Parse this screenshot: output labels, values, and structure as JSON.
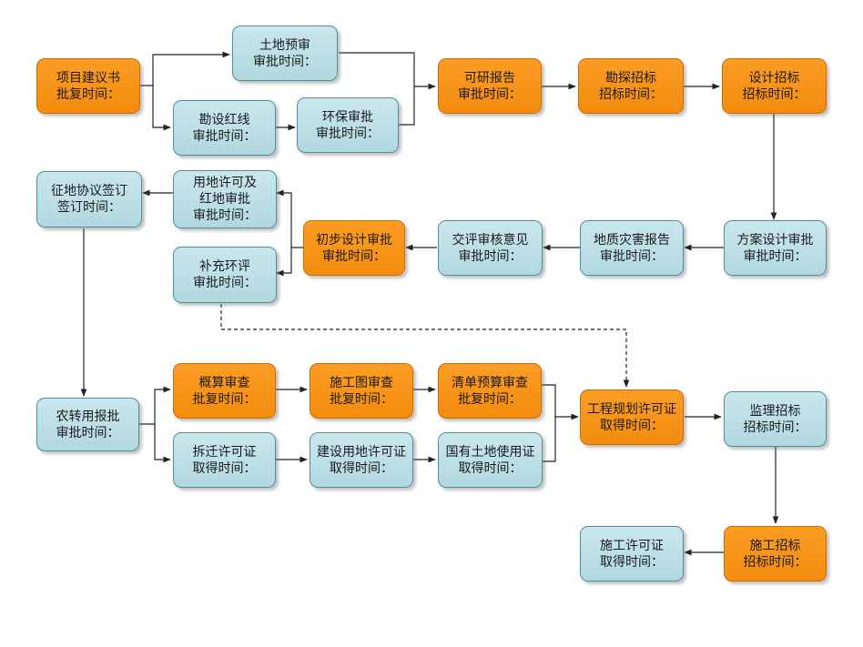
{
  "nodes": {
    "n_xmjys": {
      "lines": [
        "项目建议书",
        "批复时间："
      ],
      "color": "orange"
    },
    "n_tdys": {
      "lines": [
        "土地预审",
        "审批时间："
      ],
      "color": "blue"
    },
    "n_kshx": {
      "lines": [
        "勘设红线",
        "审批时间："
      ],
      "color": "blue"
    },
    "n_hbsp": {
      "lines": [
        "环保审批",
        "审批时间："
      ],
      "color": "blue"
    },
    "n_kybg": {
      "lines": [
        "可研报告",
        "审批时间："
      ],
      "color": "orange"
    },
    "n_kczb": {
      "lines": [
        "勘探招标",
        "招标时间："
      ],
      "color": "orange"
    },
    "n_sjzb": {
      "lines": [
        "设计招标",
        "招标时间："
      ],
      "color": "orange"
    },
    "n_zdxy": {
      "lines": [
        "征地协议签订",
        "签订时间："
      ],
      "color": "blue"
    },
    "n_ydxk": {
      "lines": [
        "用地许可及",
        "红地审批",
        "审批时间："
      ],
      "color": "blue"
    },
    "n_bchp": {
      "lines": [
        "补充环评",
        "审批时间："
      ],
      "color": "blue"
    },
    "n_cbsj": {
      "lines": [
        "初步设计审批",
        "审批时间："
      ],
      "color": "orange"
    },
    "n_jpsh": {
      "lines": [
        "交评审核意见",
        "审批时间："
      ],
      "color": "blue"
    },
    "n_dzzh": {
      "lines": [
        "地质灾害报告",
        "审批时间："
      ],
      "color": "blue"
    },
    "n_fasj": {
      "lines": [
        "方案设计审批",
        "审批时间："
      ],
      "color": "blue"
    },
    "n_nzybp": {
      "lines": [
        "农转用报批",
        "审批时间："
      ],
      "color": "blue"
    },
    "n_gsxc": {
      "lines": [
        "概算审查",
        "批复时间："
      ],
      "color": "orange"
    },
    "n_sgtsc": {
      "lines": [
        "施工图审查",
        "批复时间："
      ],
      "color": "orange"
    },
    "n_qdys": {
      "lines": [
        "清单预算审查",
        "批复时间："
      ],
      "color": "orange"
    },
    "n_cqxk": {
      "lines": [
        "拆迁许可证",
        "取得时间："
      ],
      "color": "blue"
    },
    "n_jsyd": {
      "lines": [
        "建设用地许可证",
        "取得时间："
      ],
      "color": "blue"
    },
    "n_gytd": {
      "lines": [
        "国有土地使用证",
        "取得时间："
      ],
      "color": "blue"
    },
    "n_gcgh": {
      "lines": [
        "工程规划许可证",
        "取得时间："
      ],
      "color": "orange"
    },
    "n_jlzb": {
      "lines": [
        "监理招标",
        "招标时间："
      ],
      "color": "blue"
    },
    "n_sgxk": {
      "lines": [
        "施工许可证",
        "取得时间："
      ],
      "color": "blue"
    },
    "n_sgzb": {
      "lines": [
        "施工招标",
        "招标时间："
      ],
      "color": "orange"
    }
  },
  "colors": {
    "orange_fill": "#f7941d",
    "blue_fill": "#bde0e6",
    "edge": "#222222"
  }
}
